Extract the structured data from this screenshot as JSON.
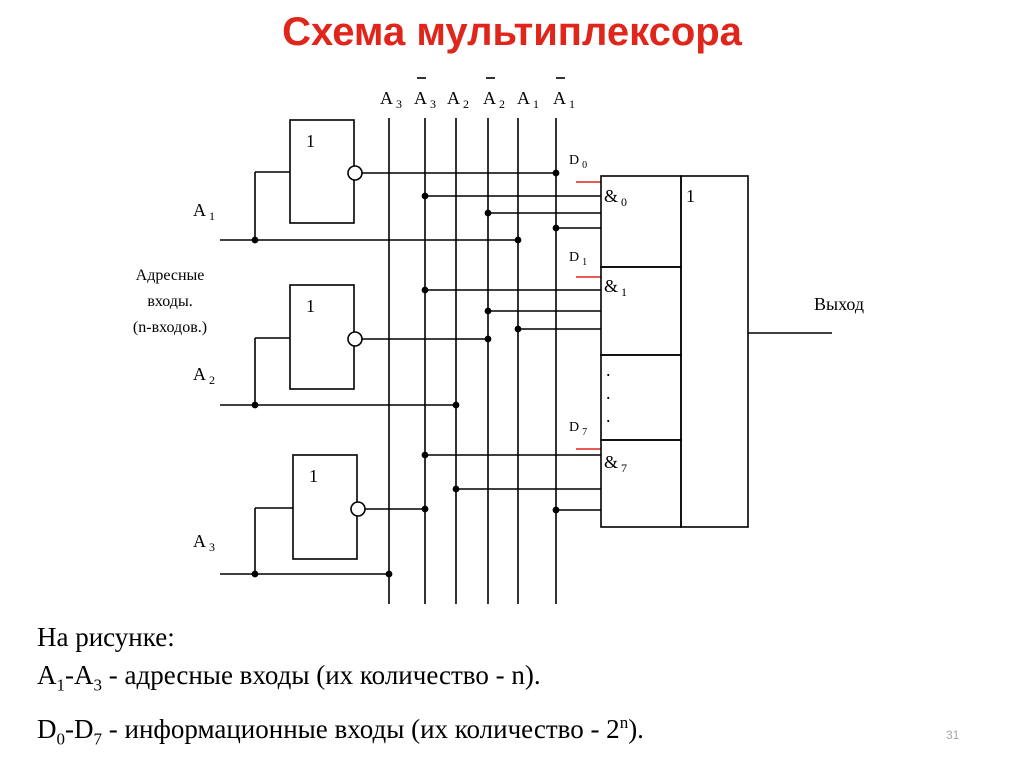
{
  "slide": {
    "title": "Схема мультиплексора",
    "page_number": "31"
  },
  "diagram": {
    "address_bus_labels": [
      {
        "letter": "A",
        "index": "3",
        "inverted": false
      },
      {
        "letter": "A",
        "index": "3",
        "inverted": true
      },
      {
        "letter": "A",
        "index": "2",
        "inverted": false
      },
      {
        "letter": "A",
        "index": "2",
        "inverted": true
      },
      {
        "letter": "A",
        "index": "1",
        "inverted": false
      },
      {
        "letter": "A",
        "index": "1",
        "inverted": true
      }
    ],
    "inverters": [
      {
        "symbol": "1",
        "input_letter": "A",
        "input_index": "1"
      },
      {
        "symbol": "1",
        "input_letter": "A",
        "input_index": "2"
      },
      {
        "symbol": "1",
        "input_letter": "A",
        "input_index": "3"
      }
    ],
    "address_inputs_label": [
      "Адресные",
      "входы.",
      "(n-входов.)"
    ],
    "and_gates": [
      {
        "symbol": "&",
        "index": "0",
        "data_letter": "D",
        "data_index": "0"
      },
      {
        "symbol": "&",
        "index": "1",
        "data_letter": "D",
        "data_index": "1"
      },
      {
        "symbol": "&",
        "index": "7",
        "data_letter": "D",
        "data_index": "7"
      }
    ],
    "ellipsis_dots": [
      ".",
      ".",
      "."
    ],
    "or_gate": {
      "symbol": "1"
    },
    "output_label": "Выход"
  },
  "caption": {
    "heading": "На рисунке:",
    "line1": {
      "from_letter": "A",
      "from_index": "1",
      "sep": "-",
      "to_letter": "A",
      "to_index": "3",
      "text": " - адресные входы (их количество - n)."
    },
    "line2": {
      "from_letter": "D",
      "from_index": "0",
      "sep": "-",
      "to_letter": "D",
      "to_index": "7",
      "text_before": " - информационные входы (их количество - 2",
      "exponent": "n",
      "text_after": ")."
    }
  },
  "colors": {
    "title": "#e0251b",
    "data_input_stub": "#e0251b",
    "line": "#000000",
    "page_number": "#a6a6a6"
  }
}
